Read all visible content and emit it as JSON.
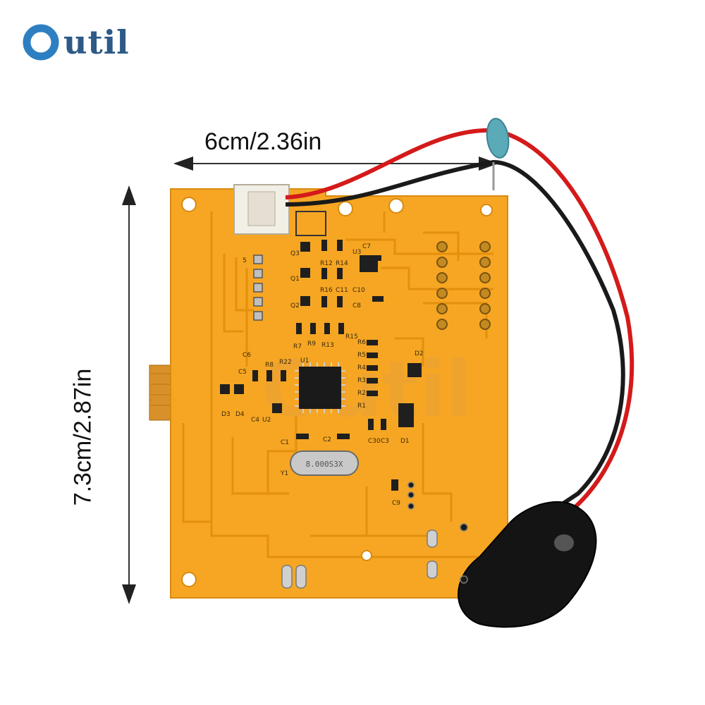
{
  "brand": {
    "name": "Outil",
    "logo_initial": "O",
    "logo_rest": "util",
    "color": "#2d5a86"
  },
  "dimensions": {
    "width_label": "6cm/2.36in",
    "height_label": "7.3cm/2.87in"
  },
  "board": {
    "color": "#f5a623",
    "trace_color": "#e08f0c",
    "component_labels": [
      "Q3",
      "Q1",
      "Q2",
      "R12",
      "R14",
      "R16",
      "C11",
      "C10",
      "C8",
      "C7",
      "U3",
      "R15",
      "R13",
      "R9",
      "R7",
      "R8",
      "U1",
      "R6",
      "R5",
      "R4",
      "R3",
      "R2",
      "R1",
      "R22",
      "C6",
      "C5",
      "C4",
      "U2",
      "D3",
      "D4",
      "D2",
      "C1",
      "C2",
      "C30",
      "C3",
      "D1",
      "C9",
      "Y1",
      "5"
    ],
    "crystal_marking": "8.000S3X"
  },
  "watermark": "Outil"
}
